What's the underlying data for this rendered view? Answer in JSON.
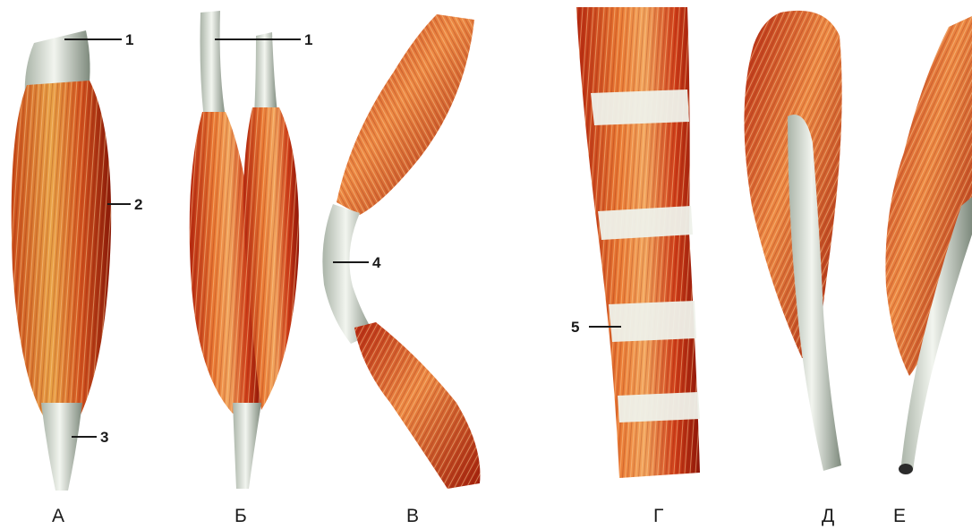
{
  "figure": {
    "panel_letters": [
      "А",
      "Б",
      "В",
      "Г",
      "Д",
      "Е"
    ],
    "callouts": [
      "1",
      "2",
      "3",
      "4",
      "5"
    ],
    "colors": {
      "muscle_dark": "#a81f0c",
      "muscle_mid": "#d9471c",
      "muscle_light": "#f39a4e",
      "tendon": "#e3e8df",
      "tendon_shadow": "#8f9a8e",
      "background": "#ffffff"
    }
  }
}
